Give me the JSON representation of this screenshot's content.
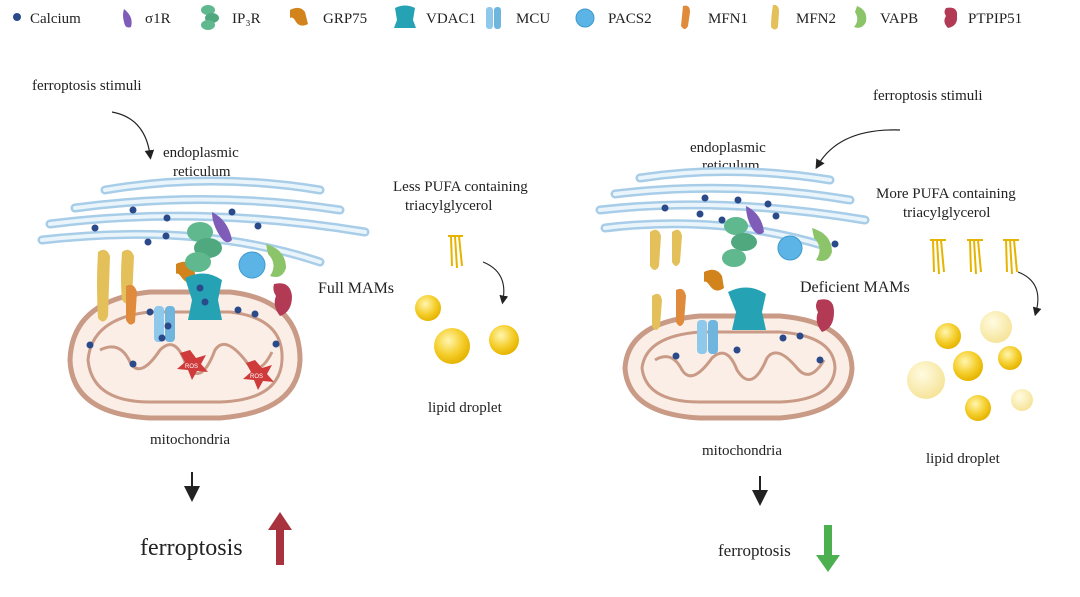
{
  "legend": [
    {
      "label": "Calcium",
      "icon": "calcium-dot-icon"
    },
    {
      "label": "σ1R",
      "icon": "sigma1r-icon"
    },
    {
      "label": "IP₃R",
      "icon": "ip3r-icon"
    },
    {
      "label": "GRP75",
      "icon": "grp75-icon"
    },
    {
      "label": "VDAC1",
      "icon": "vdac1-icon"
    },
    {
      "label": "MCU",
      "icon": "mcu-icon"
    },
    {
      "label": "PACS2",
      "icon": "pacs2-icon"
    },
    {
      "label": "MFN1",
      "icon": "mfn1-icon"
    },
    {
      "label": "MFN2",
      "icon": "mfn2-icon"
    },
    {
      "label": "VAPB",
      "icon": "vapb-icon"
    },
    {
      "label": "PTPIP51",
      "icon": "ptpip51-icon"
    }
  ],
  "left": {
    "stimuli": "ferroptosis stimuli",
    "er_line1": "endoplasmic",
    "er_line2": "reticulum",
    "mams": "Full MAMs",
    "pufa_line1": "Less PUFA containing",
    "pufa_line2": "triacylglycerol",
    "lipid": "lipid droplet",
    "mito": "mitochondria",
    "ros": "ROS",
    "outcome": "ferroptosis",
    "trend": "up"
  },
  "right": {
    "stimuli": "ferroptosis stimuli",
    "er_line1": "endoplasmic",
    "er_line2": "reticulum",
    "mams": "Deficient MAMs",
    "pufa_line1": "More PUFA containing",
    "pufa_line2": "triacylglycerol",
    "lipid": "lipid droplet",
    "mito": "mitochondria",
    "outcome": "ferroptosis",
    "trend": "down"
  },
  "colors": {
    "calcium": "#2b4a8a",
    "sigma1r": "#7e5cb8",
    "ip3r": "#5fb88e",
    "grp75": "#d2831c",
    "vdac1": "#25a3b5",
    "mcu": "#8ec8ea",
    "pacs2": "#5cb4e6",
    "mfn1": "#e08a3c",
    "mfn2": "#e4c05a",
    "vapb": "#8cc46a",
    "ptpip51": "#b33a55",
    "er": "#a8cde8",
    "mito_fill": "#fbeee7",
    "mito_stroke": "#c99b86",
    "ros": "#cf3b3b",
    "lipid": "#f5cf2e",
    "up_arrow": "#a8323d",
    "down_arrow": "#4caf50"
  }
}
